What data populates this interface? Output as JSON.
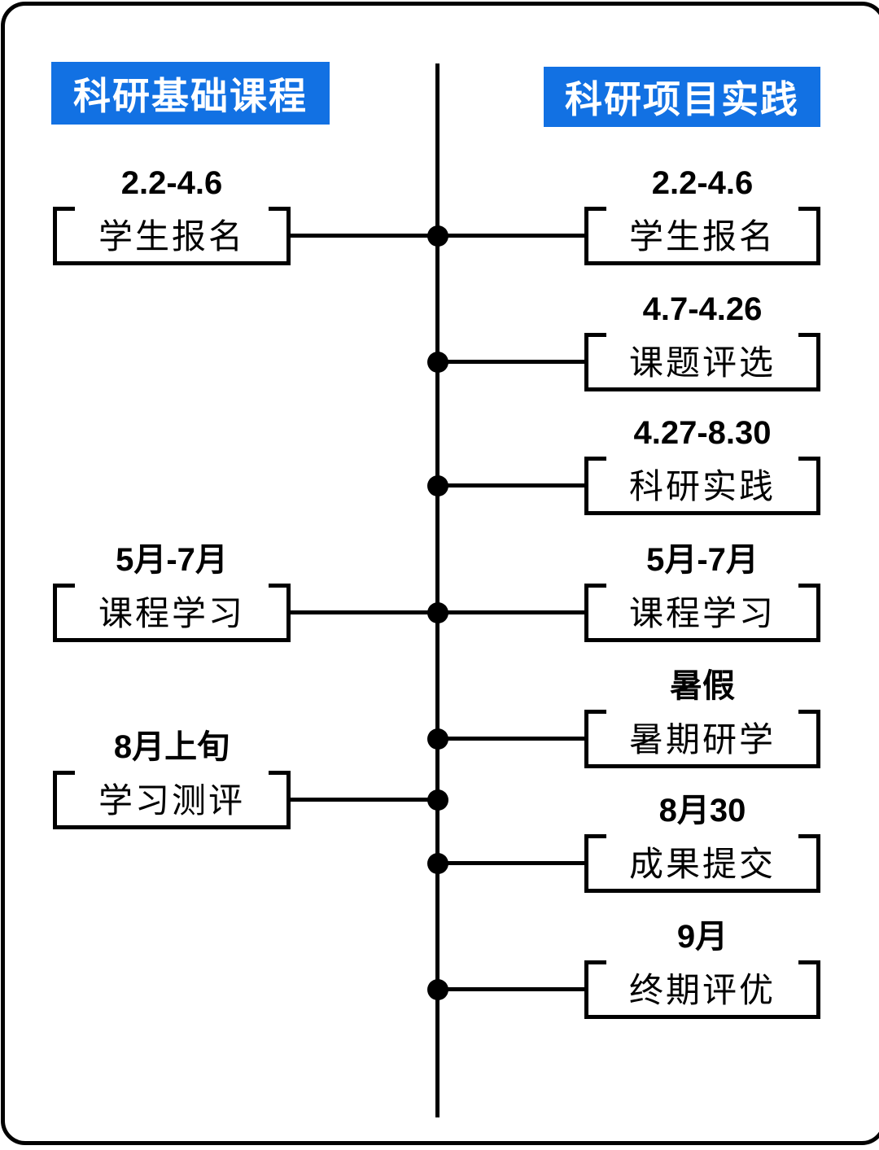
{
  "diagram": {
    "left": {
      "header": "科研基础课程",
      "items": [
        {
          "date": "2.2-4.6",
          "label": "学生报名"
        },
        {
          "date": "5月-7月",
          "label": "课程学习"
        },
        {
          "date": "8月上旬",
          "label": "学习测评"
        }
      ]
    },
    "right": {
      "header": "科研项目实践",
      "items": [
        {
          "date": "2.2-4.6",
          "label": "学生报名"
        },
        {
          "date": "4.7-4.26",
          "label": "课题评选"
        },
        {
          "date": "4.27-8.30",
          "label": "科研实践"
        },
        {
          "date": "5月-7月",
          "label": "课程学习"
        },
        {
          "date": "暑假",
          "label": "暑期研学"
        },
        {
          "date": "8月30",
          "label": "成果提交"
        },
        {
          "date": "9月",
          "label": "终期评优"
        }
      ]
    },
    "colors": {
      "header_bg": "#1271E3",
      "header_text": "#FFFFFF",
      "line": "#000000",
      "background": "#FFFFFF"
    }
  }
}
